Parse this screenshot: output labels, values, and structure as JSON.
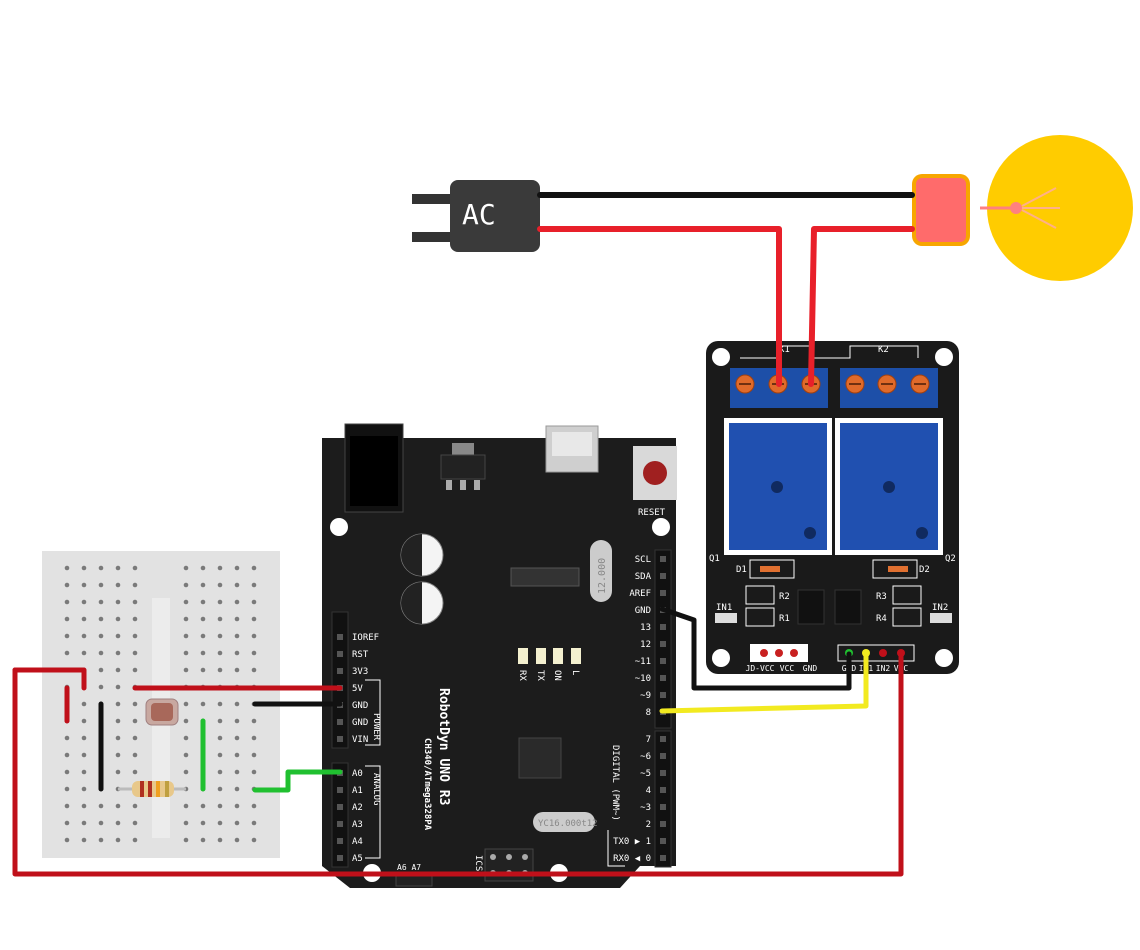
{
  "ac_plug": {
    "label": "AC"
  },
  "relay": {
    "k1": "K1",
    "k2": "K2",
    "q1": "Q1",
    "q2": "Q2",
    "d1": "D1",
    "d2": "D2",
    "r1": "R1",
    "r2": "R2",
    "r3": "R3",
    "r4": "R4",
    "in1": "IN1",
    "in2": "IN2",
    "jd_header": [
      "JD-VCC",
      "VCC",
      "GND"
    ],
    "input_header": [
      "GND",
      "IN1",
      "IN2",
      "VCC"
    ]
  },
  "arduino": {
    "reset_label": "RESET",
    "brand": "RobotDyn UNO R3",
    "chip": "CH340/ATmega328PA",
    "crystal": "12.000",
    "crystal2": "YC16.000t12",
    "leds": [
      "RX",
      "TX",
      "ON",
      "L"
    ],
    "power_header_label": "POWER",
    "analog_header_label": "ANALOG",
    "digital_label": "DIGITAL (PWM~)",
    "icsp_label": "ICSP",
    "a6a7": "A6  A7",
    "power_pins": [
      "IOREF",
      "RST",
      "3V3",
      "5V",
      "GND",
      "GND",
      "VIN"
    ],
    "analog_pins": [
      "A0",
      "A1",
      "A2",
      "A3",
      "A4",
      "A5"
    ],
    "top_right_pins": [
      "SCL",
      "SDA",
      "AREF",
      "GND",
      "13",
      "12",
      "~11",
      "~10",
      "~9",
      "8"
    ],
    "digital_pins": [
      "7",
      "~6",
      "~5",
      "4",
      "~3",
      "2",
      "TX0 ▶ 1",
      "RX0 ◀ 0"
    ]
  },
  "wires": {
    "black": "#111111",
    "red": "#e8202a",
    "dark_red": "#c0101a",
    "yellow": "#f2ea20",
    "green": "#20c030"
  }
}
